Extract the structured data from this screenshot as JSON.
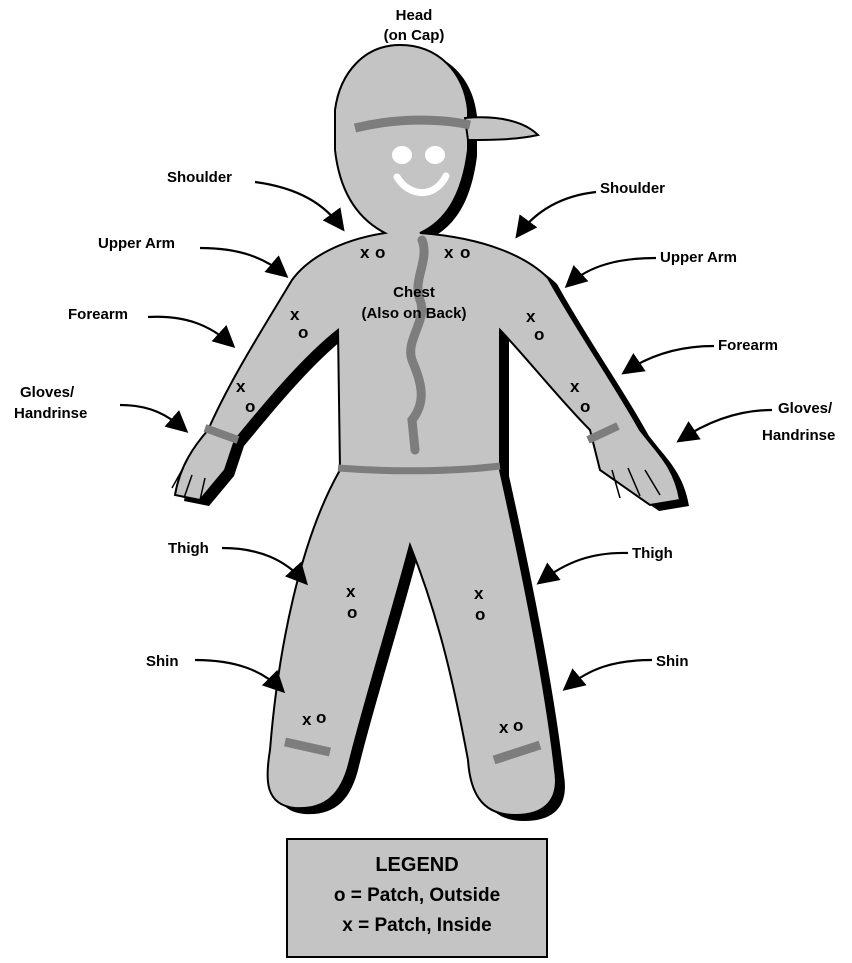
{
  "labels": {
    "head": "Head",
    "head_sub": "(on Cap)",
    "shoulder_left": "Shoulder",
    "shoulder_right": "Shoulder",
    "upper_arm_left": "Upper Arm",
    "upper_arm_right": "Upper Arm",
    "forearm_left": "Forearm",
    "forearm_right": "Forearm",
    "gloves_left_1": "Gloves/",
    "gloves_left_2": "Handrinse",
    "gloves_right_1": "Gloves/",
    "gloves_right_2": "Handrinse",
    "chest": "Chest",
    "chest_sub": "(Also on Back)",
    "thigh_left": "Thigh",
    "thigh_right": "Thigh",
    "shin_left": "Shin",
    "shin_right": "Shin"
  },
  "markers": {
    "inside": "x",
    "outside": "o"
  },
  "legend": {
    "title": "LEGEND",
    "outside": "o = Patch, Outside",
    "inside": "x = Patch, Inside"
  }
}
